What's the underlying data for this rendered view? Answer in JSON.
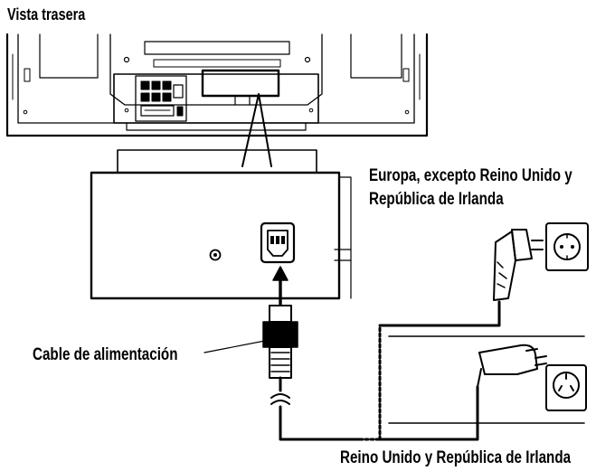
{
  "labels": {
    "rear_view": "Vista trasera",
    "europe_line1": "Europa, excepto Reino Unido y",
    "europe_line2": "República de Irlanda",
    "power_cable": "Cable de alimentación",
    "uk_ireland": "Reino Unido y República de Irlanda"
  },
  "colors": {
    "ink": "#000000",
    "background": "#ffffff"
  }
}
